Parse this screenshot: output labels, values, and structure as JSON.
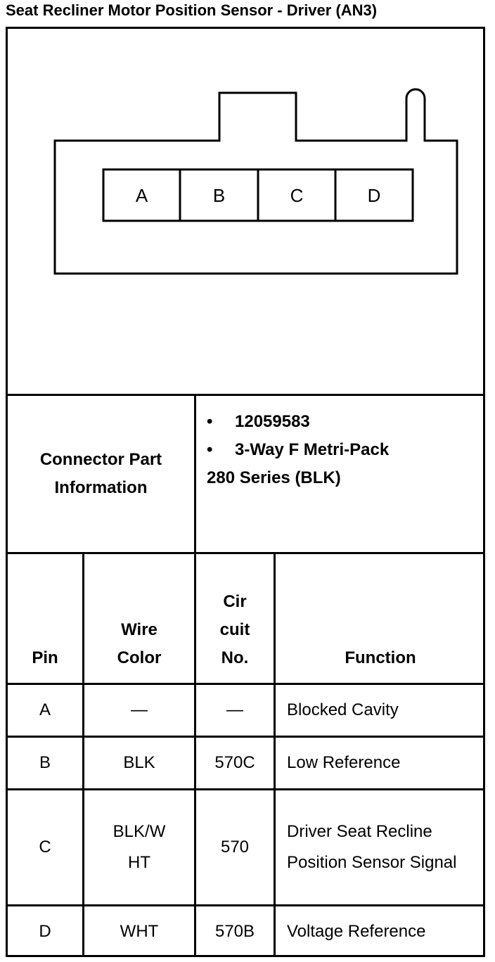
{
  "title": "Seat Recliner Motor Position Sensor - Driver (AN3)",
  "connector_pins": [
    "A",
    "B",
    "C",
    "D"
  ],
  "connector_info": {
    "label": "Connector Part Information",
    "bullet_1": "12059583",
    "bullet_2": "3-Way F Metri-Pack",
    "line_3": "280 Series (BLK)"
  },
  "table": {
    "headers": {
      "pin": "Pin",
      "wire_color": "Wire Color",
      "circuit": "Cir cuit No.",
      "function": "Function"
    },
    "rows": [
      {
        "pin": "A",
        "wire_color": "—",
        "circuit": "—",
        "function": "Blocked Cavity"
      },
      {
        "pin": "B",
        "wire_color": "BLK",
        "circuit": "570C",
        "function": "Low Reference"
      },
      {
        "pin": "C",
        "wire_color": "BLK/W HT",
        "circuit": "570",
        "function": "Driver Seat Recline Position Sensor Signal"
      },
      {
        "pin": "D",
        "wire_color": "WHT",
        "circuit": "570B",
        "function": "Voltage Reference"
      }
    ]
  }
}
